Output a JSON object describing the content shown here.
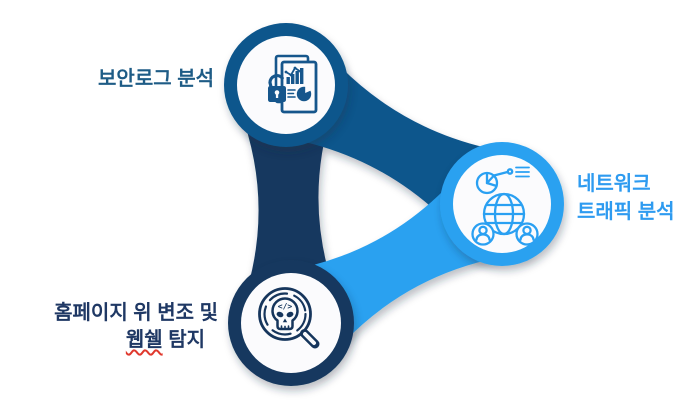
{
  "diagram": {
    "type": "three-node-cycle-infographic",
    "colors": {
      "background": "#FFFFFF",
      "medium_blue": "#0F568C",
      "dark_navy": "#16395F",
      "light_blue": "#2BA1F0",
      "inner_circle": "#FBFBFD",
      "label_steel_blue": "#1E5C86",
      "label_navy": "#1F3864",
      "label_light_blue": "#2E9BF0",
      "misspell_underline_red": "#E0392E"
    },
    "nodes": [
      {
        "id": "security-log-analysis",
        "icon": "security-report-lock-icon",
        "ring_color": "#0F568C",
        "position": "top"
      },
      {
        "id": "network-traffic-analysis",
        "icon": "network-globe-users-icon",
        "ring_color": "#2BA1F0",
        "position": "right"
      },
      {
        "id": "webshell-detection",
        "icon": "skull-magnifier-icon",
        "ring_color": "#16395F",
        "position": "bottom-left"
      }
    ]
  },
  "labels": {
    "security_log": "보안로그 분석",
    "network_line1": "네트워크",
    "network_line2": "트래픽 분석",
    "webshell_line1": "홈페이지 위 변조 및",
    "webshell_word_misspelled": "웹쉘",
    "webshell_line2_rest": " 탐지",
    "skull_code_glyph": "</>"
  }
}
